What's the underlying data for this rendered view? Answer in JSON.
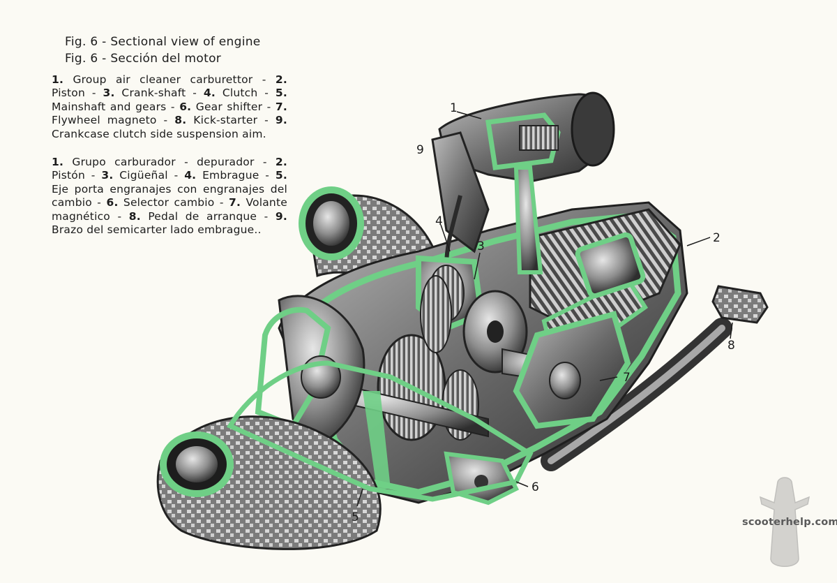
{
  "caption": {
    "line1": "Fig. 6 - Sectional view of engine",
    "line2": "Fig. 6 - Sección del motor"
  },
  "legend_en": [
    {
      "num": "1.",
      "text": "Group air cleaner carburettor -"
    },
    {
      "num": "2.",
      "text": "Piston -"
    },
    {
      "num": "3.",
      "text": "Crank-shaft -"
    },
    {
      "num": "4.",
      "text": "Clutch -"
    },
    {
      "num": "5.",
      "text": "Mainshaft and gears -"
    },
    {
      "num": "6.",
      "text": "Gear shifter -"
    },
    {
      "num": "7.",
      "text": "Flywheel magneto -"
    },
    {
      "num": "8.",
      "text": "Kick-starter -"
    },
    {
      "num": "9.",
      "text": "Crankcase clutch side suspension aim."
    }
  ],
  "legend_es": [
    {
      "num": "1.",
      "text": "Grupo carburador - depurador -"
    },
    {
      "num": "2.",
      "text": "Pistón -"
    },
    {
      "num": "3.",
      "text": "Cigüeñal -"
    },
    {
      "num": "4.",
      "text": "Embrague -"
    },
    {
      "num": "5.",
      "text": "Eje porta engranajes con engranajes del cambio -"
    },
    {
      "num": "6.",
      "text": "Selector cambio -"
    },
    {
      "num": "7.",
      "text": "Volante magnético -"
    },
    {
      "num": "8.",
      "text": "Pedal de arranque -"
    },
    {
      "num": "9.",
      "text": "Brazo del semicarter lado embrague.."
    }
  ],
  "callouts": [
    "1",
    "2",
    "3",
    "4",
    "5",
    "6",
    "7",
    "8",
    "9"
  ],
  "watermark": "scooterhelp.com",
  "colors": {
    "section_green": "#6fcf86",
    "metal_dark": "#3a3a3a",
    "metal_mid": "#8a8a8a",
    "metal_light": "#cfcfcf",
    "paper": "#fbfaf4"
  }
}
